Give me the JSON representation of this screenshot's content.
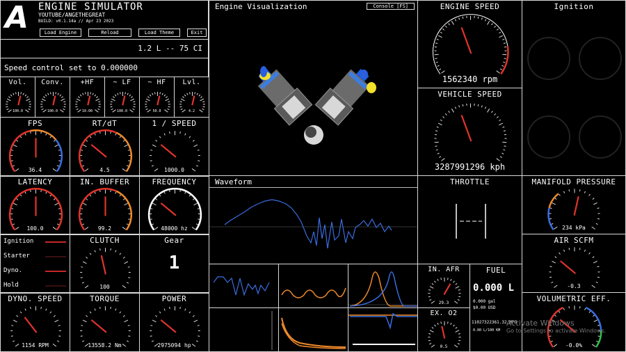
{
  "header": {
    "logo": "A",
    "title": "ENGINE SIMULATOR",
    "channel": "YOUTUBE/ANGETHEGREAT",
    "build": "BUILD: v0.1.14a // Apr 23 2023",
    "buttons": [
      "Load Engine",
      "Reload",
      "Load Theme",
      "Exit"
    ],
    "displacement": "1.2 L -- 75 CI",
    "speed_control": "Speed control set to 0.000000"
  },
  "mix": [
    {
      "label": "Vol.",
      "value": "100.0"
    },
    {
      "label": "Conv.",
      "value": "100.0"
    },
    {
      "label": "+HF",
      "value": "10.00"
    },
    {
      "label": "~ LF",
      "value": "100.0"
    },
    {
      "label": "~ HF",
      "value": "50.0"
    },
    {
      "label": "Lvl.",
      "value": "4.2"
    }
  ],
  "perf": [
    {
      "label": "FPS",
      "value": "36.4"
    },
    {
      "label": "RT/dT",
      "value": "4.5"
    },
    {
      "label": "1 / SPEED",
      "value": "1000.0"
    }
  ],
  "audio": [
    {
      "label": "LATENCY",
      "value": "100.0"
    },
    {
      "label": "IN. BUFFER",
      "value": "99.2"
    },
    {
      "label": "FREQUENCY",
      "value": "48000 hz"
    }
  ],
  "switches": [
    {
      "label": "Ignition",
      "color": "#c62828"
    },
    {
      "label": "Starter",
      "color": "#3a1010"
    },
    {
      "label": "Dyno.",
      "color": "#c62828"
    },
    {
      "label": "Hold",
      "color": "#3a1010"
    }
  ],
  "clutch": {
    "label": "CLUTCH",
    "value": "100"
  },
  "gear": {
    "label": "Gear",
    "value": "1"
  },
  "bottom": [
    {
      "label": "DYNO. SPEED",
      "value": "1154 RPM"
    },
    {
      "label": "TORQUE",
      "value": "13558.2 Nm"
    },
    {
      "label": "POWER",
      "value": "2975094 hp"
    }
  ],
  "viz": {
    "title": "Engine Visualization",
    "console": "Console [FS]"
  },
  "waveform": {
    "title": "Waveform"
  },
  "engine_speed": {
    "title": "ENGINE SPEED",
    "value": "1562340 rpm",
    "level": 0.42
  },
  "vehicle_speed": {
    "title": "VEHICLE SPEED",
    "value": "3287991296 kph",
    "level": 0.42
  },
  "ignition": {
    "title": "Ignition"
  },
  "throttle": {
    "title": "THROTTLE"
  },
  "manifold": {
    "title": "MANIFOLD PRESSURE",
    "value": "234 kPa"
  },
  "air": {
    "title": "AIR SCFM",
    "value": "-0.3"
  },
  "ve": {
    "title": "VOLUMETRIC EFF.",
    "value": "-0.0%"
  },
  "afr": {
    "in_title": "IN. AFR",
    "in_value": "29.3",
    "ex_title": "EX. O2",
    "ex_value": "0.5"
  },
  "fuel": {
    "title": "FUEL",
    "value": "0.000 L",
    "gal": "0.000 gal",
    "usd": "$0.00 USD",
    "odo": "11027322361.32 MPG",
    "lkm": "0.00 L/100 KM"
  },
  "watermark": {
    "line1": "Activate Windows",
    "line2": "Go to Settings to activate Windows."
  },
  "colors": {
    "accent_red": "#e0342b",
    "orange": "#f08a2a",
    "blue": "#3a6de0",
    "border": "#d8d8d8"
  }
}
